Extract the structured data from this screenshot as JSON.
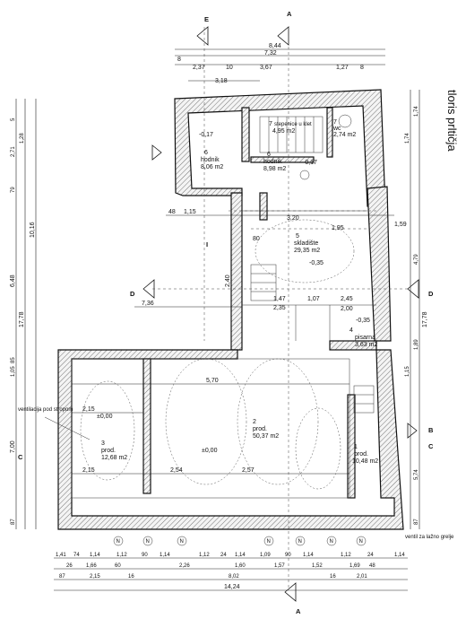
{
  "title": "tloris prltičja",
  "rooms": [
    {
      "num": "6",
      "name": "hodnik",
      "area": "8,06 m2"
    },
    {
      "num": "6",
      "name": "hodnik",
      "area": "8,98 m2"
    },
    {
      "num": "7",
      "name": "stepenice u klet",
      "area": "4,95 m2"
    },
    {
      "num": "7",
      "name": "wc",
      "area": "2,74 m2"
    },
    {
      "num": "5",
      "name": "skladište",
      "area": "29,35 m2"
    },
    {
      "num": "4",
      "name": "pisarna",
      "area": "3,63 m2"
    },
    {
      "num": "2",
      "name": "prod.",
      "area": "50,37 m2"
    },
    {
      "num": "3",
      "name": "prod.",
      "area": "12,68 m2"
    },
    {
      "num": "1",
      "name": "prod.",
      "area": "10,48 m2"
    }
  ],
  "levels": [
    "-0,17",
    "-0,17",
    "-0,35",
    "-0,35",
    "±0,00",
    "±0,00"
  ],
  "notes": {
    "ventilation": "ventilacija pod stropom",
    "ventilation_grille": "ventil za lažno grelje"
  },
  "sections": {
    "a": "A",
    "b": "B",
    "c": "C",
    "d": "D",
    "e": "E",
    "i": "I"
  },
  "dims_top": [
    "8,44",
    "7,32",
    "2,37",
    "3,67",
    "1,27",
    "3,18",
    "8",
    "10",
    "8"
  ],
  "dims_bottom_row1": [
    "1,41",
    "74",
    "1,14",
    "1,12",
    "90",
    "1,14",
    "1,12",
    "24",
    "1,14",
    "1,09",
    "90",
    "1,14",
    "1,12",
    "24",
    "1,14"
  ],
  "dims_bottom_row2": [
    "26",
    "1,66",
    "60",
    "2,26",
    "1,60",
    "1,57",
    "1,52",
    "1,69",
    "48"
  ],
  "dims_bottom_row3": [
    "87",
    "2,15",
    "16",
    "8,02",
    "16",
    "2,01"
  ],
  "dims_bottom_total": "14,24",
  "dims_left": [
    "5",
    "2,71",
    "1,28",
    "79",
    "10,16",
    "6,48",
    "17,78",
    "1,05",
    "85",
    "7,00",
    "87"
  ],
  "dims_right": [
    "1,74",
    "1,74",
    "4,79",
    "17,78",
    "1,89",
    "1,15",
    "5,74",
    "87"
  ],
  "interior_dims": [
    "7,36",
    "2,40",
    "1,47",
    "2,35",
    "1,07",
    "2,45",
    "2,00",
    "5,70",
    "2,54",
    "2,57",
    "2,15",
    "2,15",
    "1,15",
    "1,95",
    "3,20",
    "1,59",
    "48",
    "80"
  ],
  "window_labels": [
    "N",
    "N",
    "N",
    "N",
    "N",
    "N",
    "N"
  ]
}
